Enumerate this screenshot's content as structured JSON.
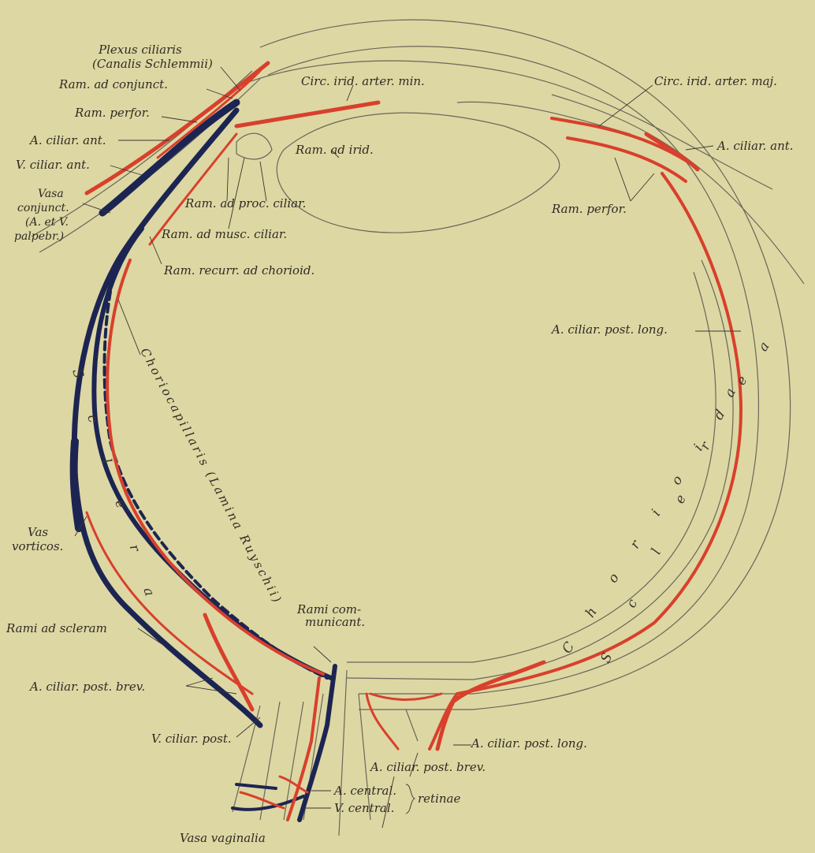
{
  "colors": {
    "paper": "#ddd7a3",
    "artery": "#d8402c",
    "vein": "#1c2552",
    "ink": "#2f2a24"
  },
  "labels": {
    "plexus_1": "Plexus ciliaris",
    "plexus_2": "(Canalis Schlemmii)",
    "ram_conjunct": "Ram. ad conjunct.",
    "ram_perfor_l": "Ram. perfor.",
    "a_ciliar_ant_l": "A. ciliar. ant.",
    "v_ciliar_ant": "V. ciliar. ant.",
    "vasa_conj_1": "Vasa",
    "vasa_conj_2": "conjunct.",
    "vasa_conj_3": "(A. et V.",
    "vasa_conj_4": "palpebr.)",
    "circ_min": "Circ. irid. arter. min.",
    "ram_irid": "Ram. ad irid.",
    "ram_proc": "Ram. ad proc. ciliar.",
    "ram_musc": "Ram. ad musc. ciliar.",
    "ram_recurr": "Ram. recurr. ad chorioid.",
    "circ_maj": "Circ. irid. arter. maj.",
    "a_ciliar_ant_r": "A. ciliar. ant.",
    "ram_perfor_r": "Ram. perfor.",
    "post_long_r": "A. ciliar. post. long.",
    "chorioc": "Choriocapillaris (Lamina Ruyschii)",
    "vas_vort_1": "Vas",
    "vas_vort_2": "vorticos.",
    "rami_scleram": "Rami ad scleram",
    "rami_comm_1": "Rami com-",
    "rami_comm_2": "municant.",
    "post_brev_l": "A. ciliar. post. brev.",
    "v_post": "V. ciliar. post.",
    "post_long_b": "A. ciliar. post. long.",
    "post_brev_b": "A. ciliar. post. brev.",
    "a_central": "A. central.",
    "v_central": "V. central.",
    "retinae": "retinae",
    "vasa_vag": "Vasa vaginalia",
    "sclera_left": "S c l e r a",
    "chorioidea": "C h o r i o i d e a",
    "sclera_right": "S c l e r a"
  }
}
